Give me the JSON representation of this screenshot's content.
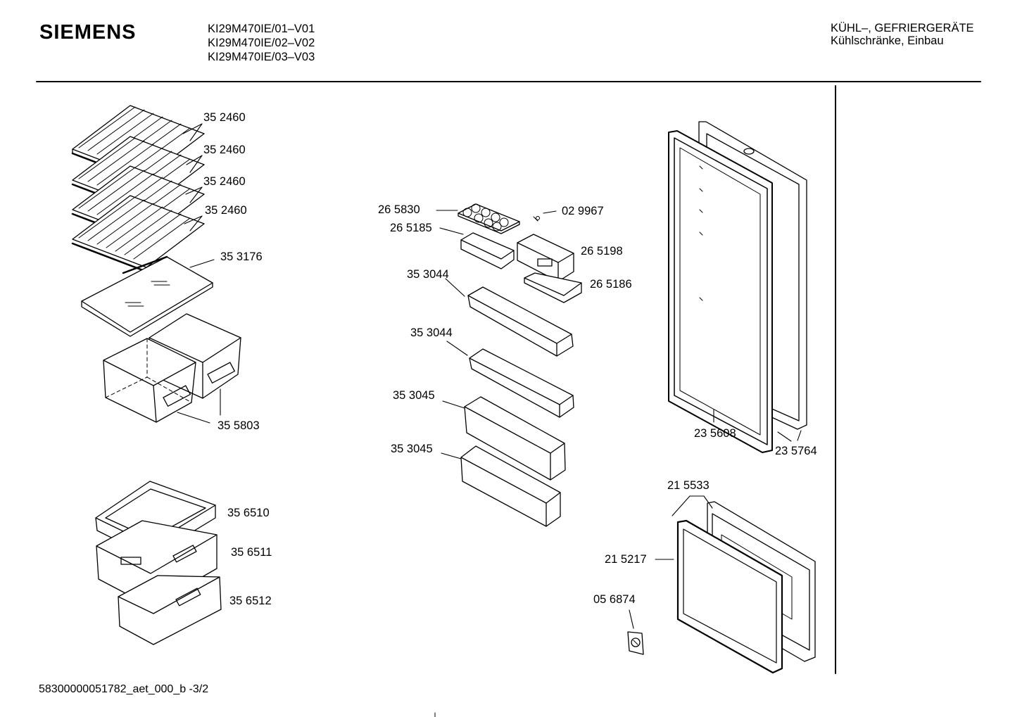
{
  "header": {
    "brand": "SIEMENS",
    "models": [
      "KI29M470IE/01–V01",
      "KI29M470IE/02–V02",
      "KI29M470IE/03–V03"
    ],
    "category": [
      "KÜHL–, GEFRIERGERÄTE",
      "Kühlschränke, Einbau"
    ]
  },
  "parts": [
    {
      "id": "shelf-1",
      "label": "35 2460"
    },
    {
      "id": "shelf-2",
      "label": "35 2460"
    },
    {
      "id": "shelf-3",
      "label": "35 2460"
    },
    {
      "id": "shelf-4",
      "label": "35 2460"
    },
    {
      "id": "glass-shelf",
      "label": "35 3176"
    },
    {
      "id": "crisper-drawers",
      "label": "35 5803"
    },
    {
      "id": "freezer-drawer-1",
      "label": "35 6510"
    },
    {
      "id": "freezer-drawer-2",
      "label": "35 6511"
    },
    {
      "id": "freezer-drawer-3",
      "label": "35 6512"
    },
    {
      "id": "egg-tray",
      "label": "26 5830"
    },
    {
      "id": "screw",
      "label": "02 9967"
    },
    {
      "id": "butter-box-bottom",
      "label": "26 5185"
    },
    {
      "id": "butter-box-lid",
      "label": "26 5198"
    },
    {
      "id": "butter-box-base",
      "label": "26 5186"
    },
    {
      "id": "door-shelf-1",
      "label": "35 3044"
    },
    {
      "id": "door-shelf-2",
      "label": "35 3044"
    },
    {
      "id": "door-shelf-3",
      "label": "35 3045"
    },
    {
      "id": "door-shelf-4",
      "label": "35 3045"
    },
    {
      "id": "door-gasket",
      "label": "23 5608"
    },
    {
      "id": "door-panel",
      "label": "23 5764"
    },
    {
      "id": "freezer-flap",
      "label": "21 5533"
    },
    {
      "id": "freezer-flap-gasket",
      "label": "21 5217"
    },
    {
      "id": "thermostat-knob",
      "label": "05 6874"
    }
  ],
  "footer": {
    "doc_id": "58300000051782_aet_000_b  -3/2"
  }
}
